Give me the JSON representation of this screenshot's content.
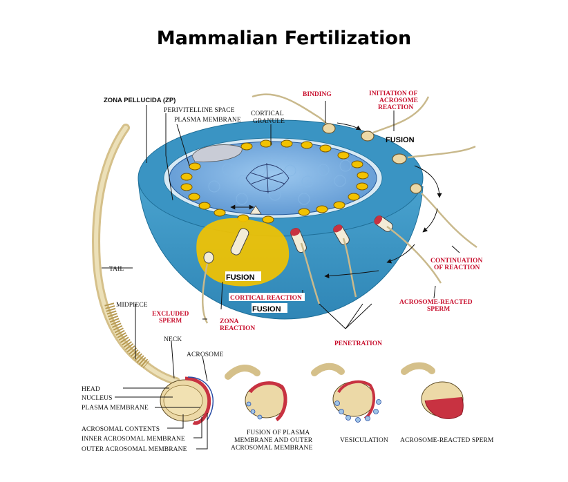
{
  "title": "Mammalian Fertilization",
  "labels": {
    "zona_pellucida": "ZONA PELLUCIDA (ZP)",
    "perivitelline_space": "PERIVITELLINE SPACE",
    "plasma_membrane_top": "PLASMA MEMBRANE",
    "cortical_granule_1": "CORTICAL",
    "cortical_granule_2": "GRANULE",
    "binding": "BINDING",
    "initiation_1": "INITIATION OF",
    "initiation_2": "ACROSOME",
    "initiation_3": "REACTION",
    "fusion_top": "FUSION",
    "continuation_1": "CONTINUATION",
    "continuation_2": "OF REACTION",
    "acrosome_reacted_1": "ACROSOME-REACTED",
    "acrosome_reacted_2": "SPERM",
    "penetration": "PENETRATION",
    "fusion_mid": "FUSION",
    "cortical_reaction": "CORTICAL REACTION",
    "fusion_low": "FUSION",
    "zona_reaction_1": "ZONA",
    "zona_reaction_2": "REACTION",
    "excluded_sperm_1": "EXCLUDED",
    "excluded_sperm_2": "SPERM",
    "tail": "TAIL",
    "midpiece": "MIDPIECE",
    "neck": "NECK",
    "acrosome": "ACROSOME",
    "head": "HEAD",
    "nucleus": "NUCLEUS",
    "plasma_membrane_bottom": "PLASMA MEMBRANE",
    "acrosomal_contents": "ACROSOMAL CONTENTS",
    "inner_acrosomal_membrane": "INNER ACROSOMAL MEMBRANE",
    "outer_acrosomal_membrane": "OUTER ACROSOMAL MEMBRANE",
    "fusion_of_plasma_1": "FUSION OF PLASMA",
    "fusion_of_plasma_2": "MEMBRANE AND OUTER",
    "fusion_of_plasma_3": "ACROSOMAL MEMBRANE",
    "vesiculation": "VESICULATION",
    "acrosome_reacted_sperm": "ACROSOME-REACTED SPERM"
  },
  "colors": {
    "zona": "#3f97c4",
    "zona_dark": "#2b7aa6",
    "cytoplasm": "#7fb4e4",
    "granule": "#f2c200",
    "label_red": "#c8102e",
    "sperm": "#ecd9a7",
    "acrosome_red": "#c83241"
  }
}
